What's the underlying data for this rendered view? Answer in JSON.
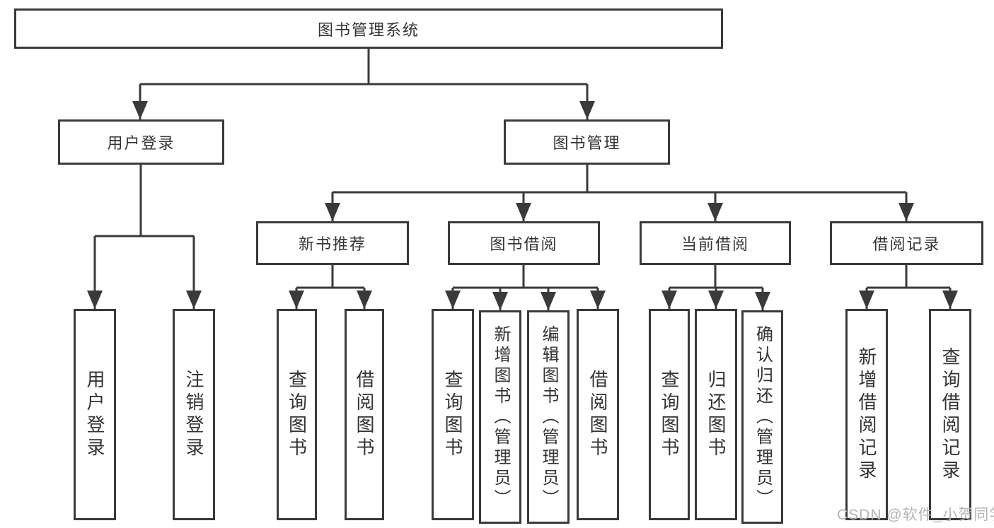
{
  "diagram": {
    "tree": {
      "label": "图书管理系统",
      "children": [
        {
          "label": "用户登录",
          "children": [
            {
              "label": "用户登录"
            },
            {
              "label": "注销登录"
            }
          ]
        },
        {
          "label": "图书管理",
          "children": [
            {
              "label": "新书推荐",
              "children": [
                {
                  "label": "查询图书"
                },
                {
                  "label": "借阅图书"
                }
              ]
            },
            {
              "label": "图书借阅",
              "children": [
                {
                  "label": "查询图书"
                },
                {
                  "label": "新增图书（管理员）"
                },
                {
                  "label": "编辑图书（管理员）"
                },
                {
                  "label": "借阅图书"
                }
              ]
            },
            {
              "label": "当前借阅",
              "children": [
                {
                  "label": "查询图书"
                },
                {
                  "label": "归还图书"
                },
                {
                  "label": "确认归还（管理员）"
                }
              ]
            },
            {
              "label": "借阅记录",
              "children": [
                {
                  "label": "新增借阅记录"
                },
                {
                  "label": "查询借阅记录"
                }
              ]
            }
          ]
        }
      ]
    },
    "colors": {
      "line": "#3a3a3a",
      "text": "#333333",
      "background": "#ffffff",
      "watermark": "#b5b5b5"
    }
  },
  "watermark": "CSDN @软件_小贺同学"
}
